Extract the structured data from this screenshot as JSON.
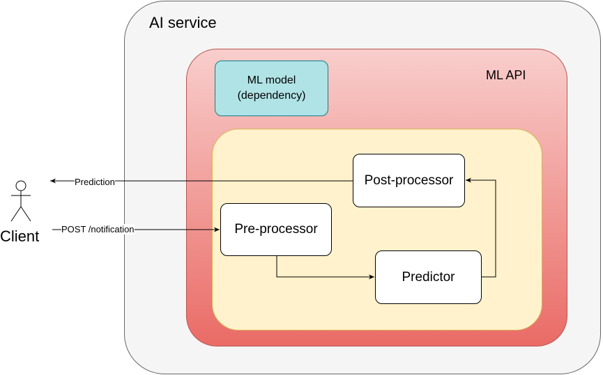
{
  "ai_service": {
    "title": "AI service"
  },
  "ml_api": {
    "title": "ML API"
  },
  "ml_model": {
    "line1": "ML model",
    "line2": "(dependency)"
  },
  "nodes": {
    "post_processor": "Post-processor",
    "pre_processor": "Pre-processor",
    "predictor": "Predictor"
  },
  "actor": {
    "label": "Client"
  },
  "edges": {
    "prediction": "Prediction",
    "post_notification": "POST /notification"
  },
  "colors": {
    "ai_service_fill": "#f5f5f5",
    "ml_api_gradient_top": "#f8cecc",
    "ml_api_gradient_bottom": "#ea6b66",
    "ml_model_fill": "#b0e3e6",
    "inner_fill": "#fff2cc"
  }
}
